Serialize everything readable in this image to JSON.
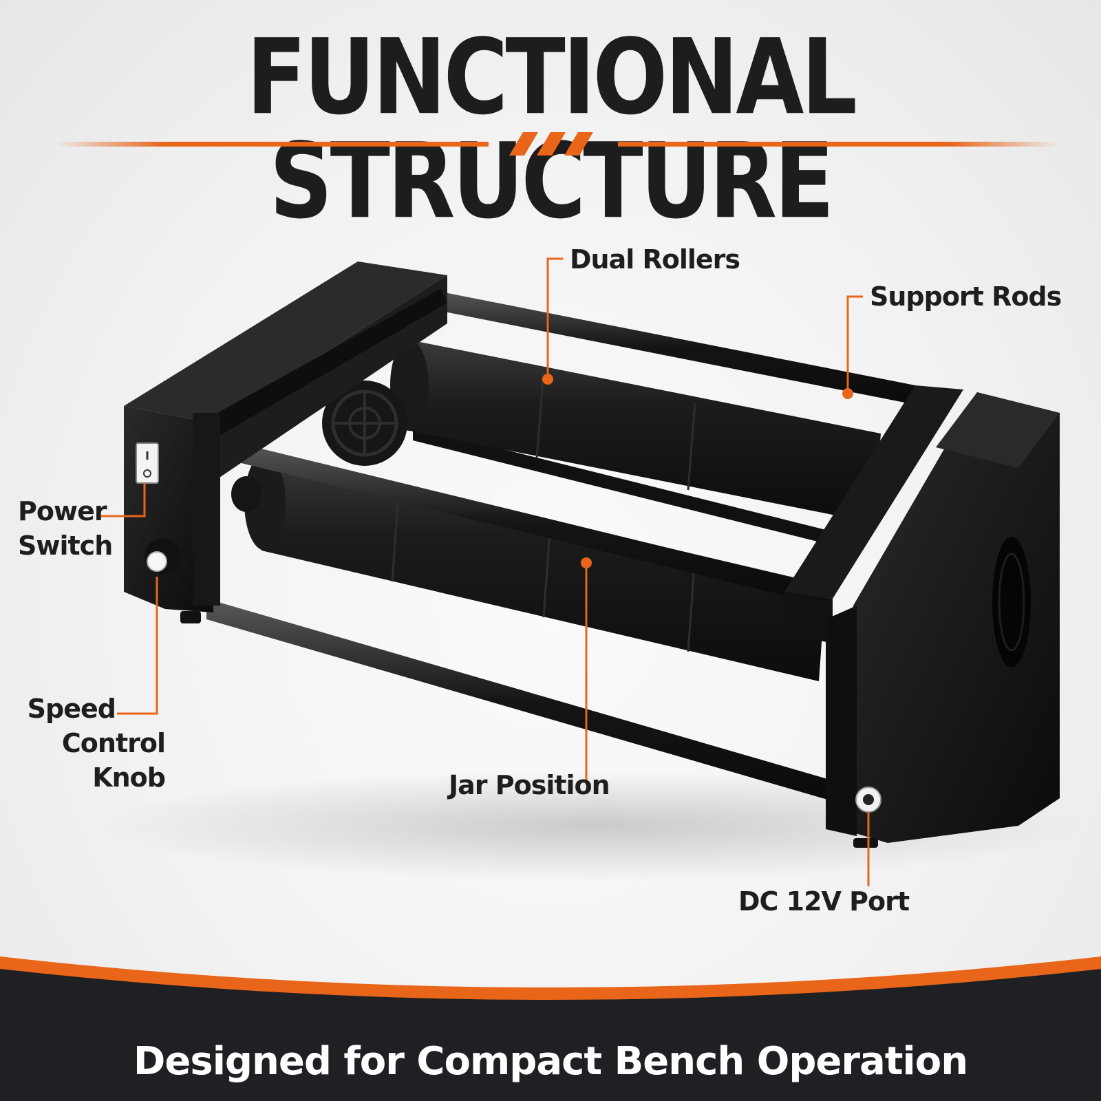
{
  "header": {
    "title": "FUNCTIONAL STRUCTURE"
  },
  "callouts": {
    "dual_rollers": "Dual Rollers",
    "support_rods": "Support Rods",
    "power_switch_line1": "Power",
    "power_switch_line2": "Switch",
    "speed_knob_line1": "Speed",
    "speed_knob_line2": "Control Knob",
    "jar_position": "Jar Position",
    "dc_port": "DC 12V Port"
  },
  "footer": {
    "tagline": "Designed for Compact Bench Operation"
  },
  "colors": {
    "accent": "#e8651a",
    "dark": "#1e2024",
    "product_black": "#141414",
    "background": "#f3f3f3"
  }
}
